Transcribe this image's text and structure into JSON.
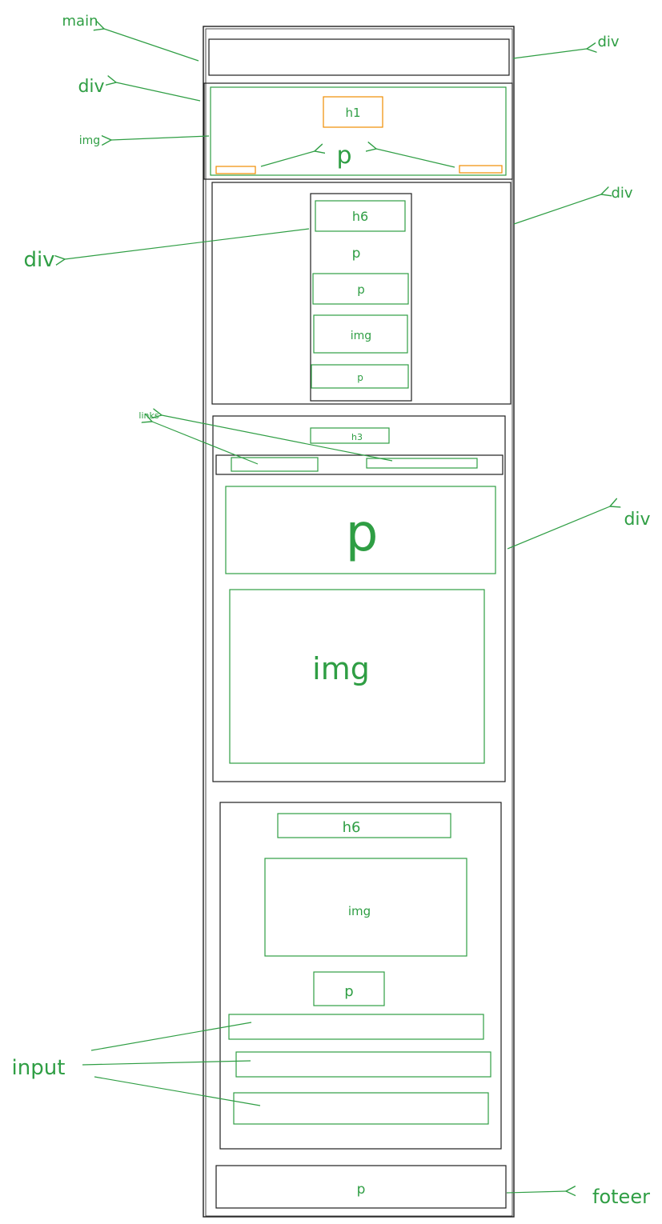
{
  "colors": {
    "ink": "#1e1e1e",
    "green": "#2f9e44",
    "orange": "#f08c00"
  },
  "annotations": {
    "main": "main",
    "div_top_right": "div",
    "div_left_1": "div",
    "img_left": "img",
    "div_right_2": "div",
    "div_left_2": "div",
    "links": "links",
    "div_right_3": "div",
    "input": "input",
    "footer": "foteer"
  },
  "hero": {
    "h1": "h1",
    "p": "p"
  },
  "card": {
    "h6": "h6",
    "p1": "p",
    "p2": "p",
    "img": "img",
    "p3": "p"
  },
  "article": {
    "h3": "h3",
    "p": "p",
    "img": "img"
  },
  "form_section": {
    "h6": "h6",
    "img": "img",
    "p": "p"
  },
  "footer": {
    "p": "p"
  }
}
